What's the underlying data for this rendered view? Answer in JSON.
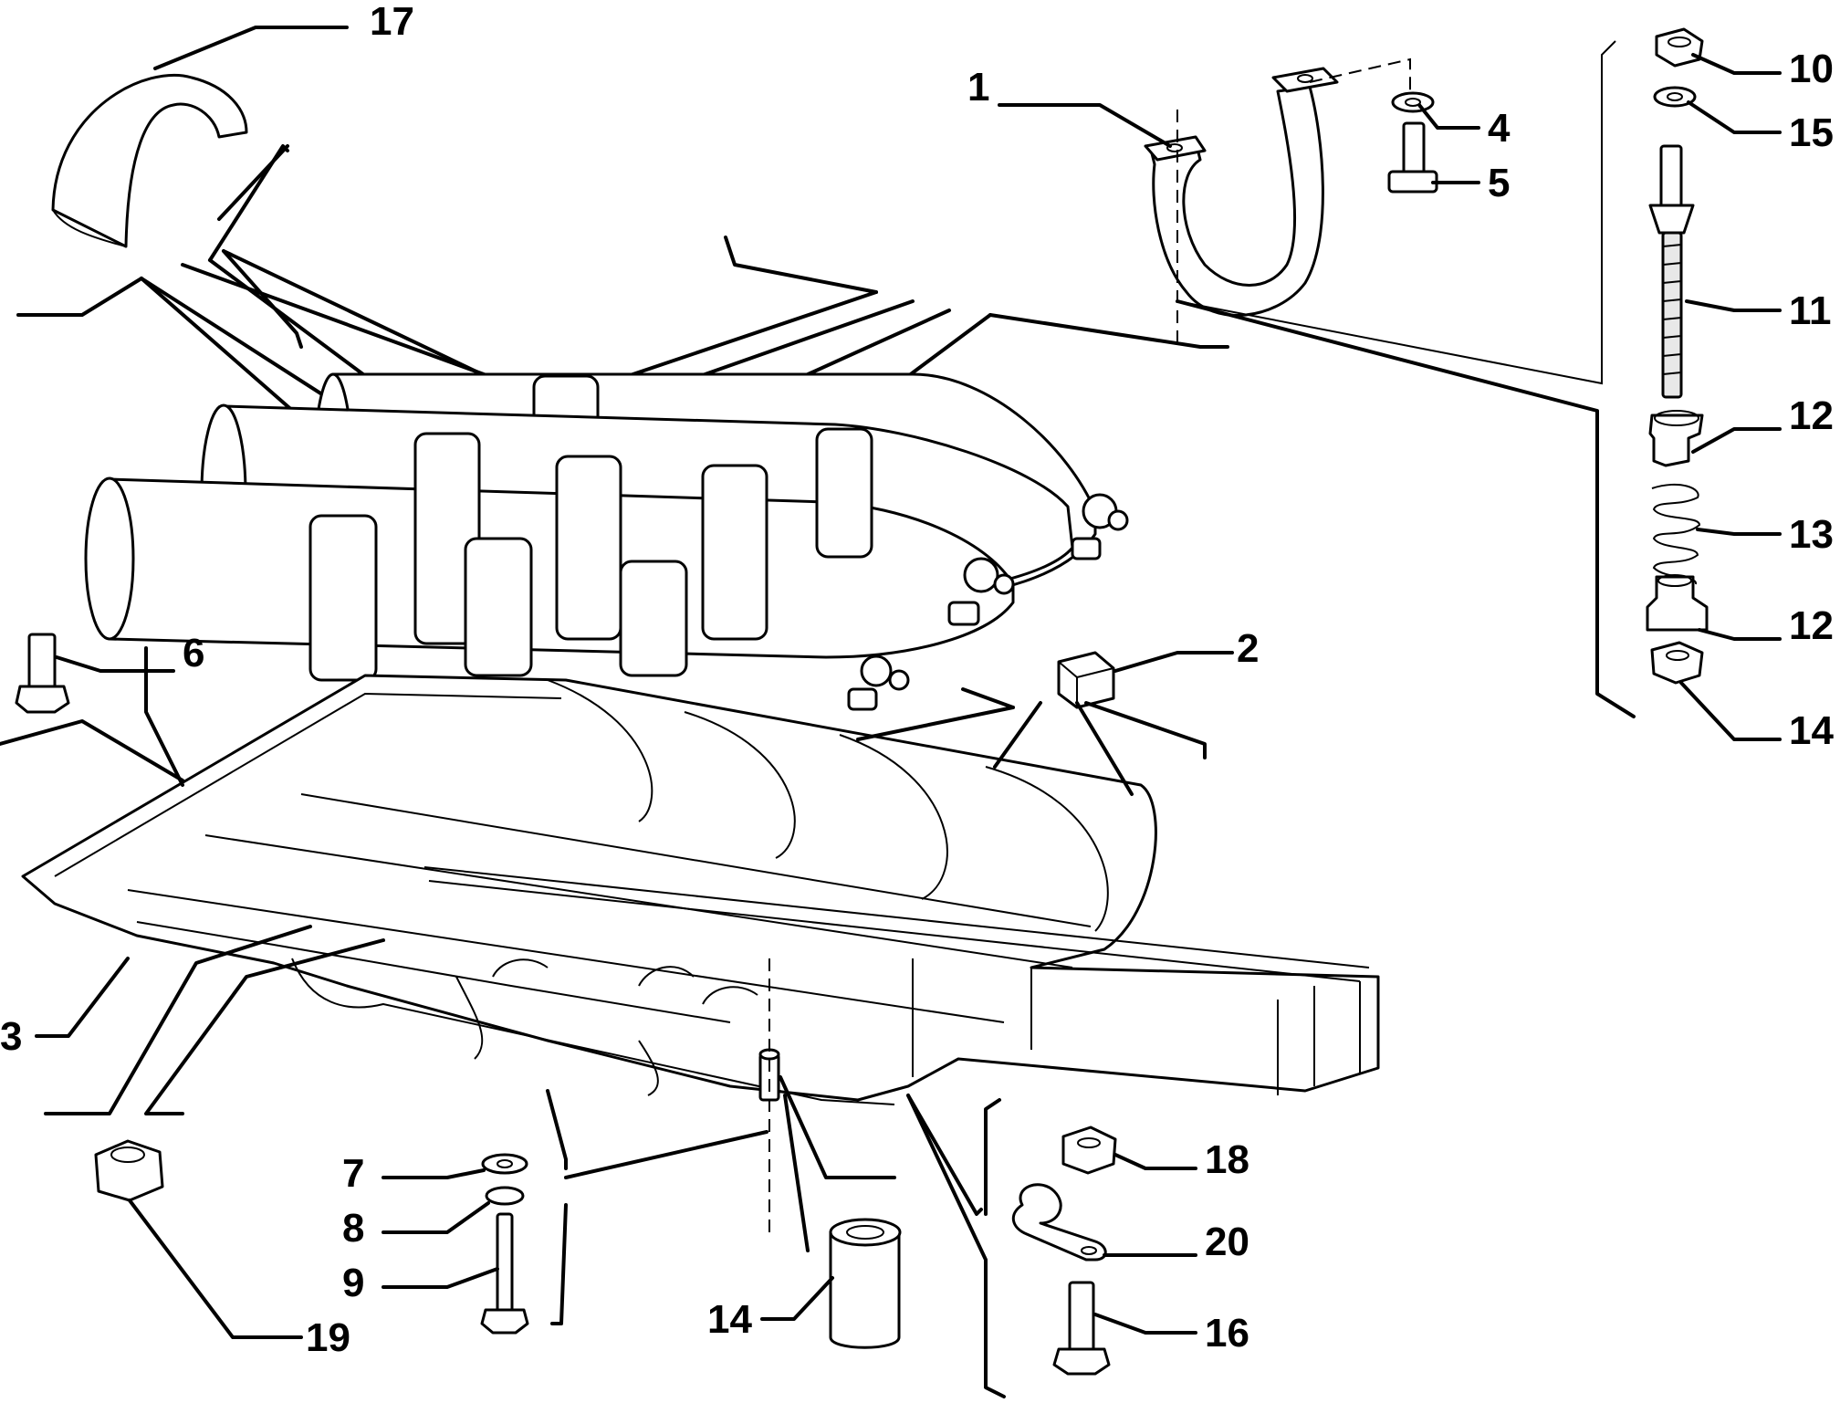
{
  "callouts": {
    "c1": "1",
    "c2": "2",
    "c3": "3",
    "c4": "4",
    "c5": "5",
    "c6": "6",
    "c7": "7",
    "c8": "8",
    "c9": "9",
    "c10": "10",
    "c11": "11",
    "c12a": "12",
    "c12b": "12",
    "c13": "13",
    "c14a": "14",
    "c14b": "14",
    "c15": "15",
    "c16": "16",
    "c17": "17",
    "c18": "18",
    "c19": "19",
    "c20": "20"
  },
  "colors": {
    "ink": "#000000",
    "paper": "#ffffff",
    "shade": "#e8e8e8"
  }
}
